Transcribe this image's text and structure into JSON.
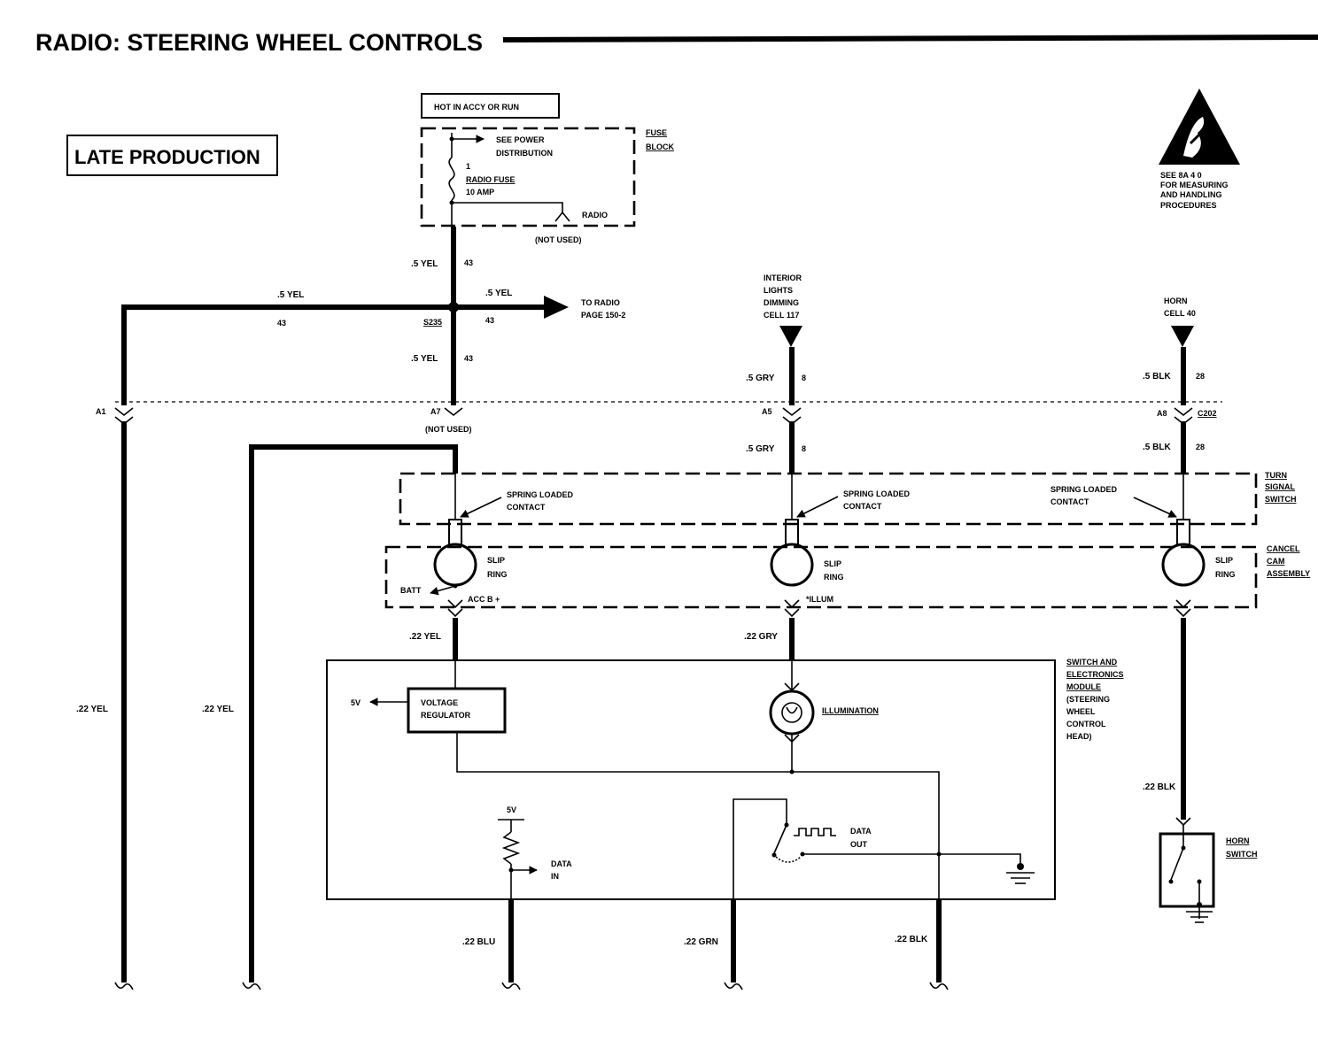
{
  "header": {
    "title": "RADIO: STEERING WHEEL CONTROLS",
    "badge": "LATE PRODUCTION"
  },
  "fuse_block": {
    "hot_label": "HOT IN ACCY OR RUN",
    "name_line1": "FUSE",
    "name_line2": "BLOCK",
    "power_line1": "SEE POWER",
    "power_line2": "DISTRIBUTION",
    "fuse_num": "1",
    "fuse_line1": "RADIO FUSE",
    "fuse_line2": "10 AMP",
    "radio": "RADIO",
    "not_used": "(NOT USED)"
  },
  "esd": {
    "line1": "SEE 8A 4 0",
    "line2": "FOR MEASURING",
    "line3": "AND HANDLING",
    "line4": "PROCEDURES"
  },
  "wires": {
    "yel_5": ".5 YEL",
    "c43": "43",
    "splice": "S235",
    "to_radio1": "TO RADIO",
    "to_radio2": "PAGE 150-2",
    "gry_5": ".5 GRY",
    "c8": "8",
    "blk_5": ".5 BLK",
    "c28": "28",
    "yel_22": ".22 YEL",
    "gry_22": ".22 GRY",
    "blk_22": ".22 BLK",
    "blu_22": ".22 BLU",
    "grn_22": ".22 GRN"
  },
  "interior": {
    "line1": "INTERIOR",
    "line2": "LIGHTS",
    "line3": "DIMMING",
    "line4": "CELL 117"
  },
  "horn": {
    "line1": "HORN",
    "line2": "CELL 40"
  },
  "connector": {
    "a1": "A1",
    "a7": "A7",
    "a5": "A5",
    "a8": "A8",
    "name": "C202",
    "not_used": "(NOT USED)"
  },
  "turn_signal": {
    "line1": "TURN",
    "line2": "SIGNAL",
    "line3": "SWITCH",
    "contact1": "SPRING LOADED",
    "contact2": "CONTACT"
  },
  "cancel_cam": {
    "line1": "CANCEL",
    "line2": "CAM",
    "line3": "ASSEMBLY",
    "slip1": "SLIP",
    "slip2": "RING",
    "batt": "BATT",
    "acc": "ACC B +",
    "illum": "*ILLUM"
  },
  "module": {
    "line1": "SWITCH AND",
    "line2": "ELECTRONICS",
    "line3": "MODULE",
    "line4": "(STEERING",
    "line5": "WHEEL",
    "line6": "CONTROL",
    "line7": "HEAD)",
    "vreg1": "VOLTAGE",
    "vreg2": "REGULATOR",
    "v5": "5V",
    "illumination": "ILLUMINATION",
    "data_in1": "DATA",
    "data_in2": "IN",
    "data_out1": "DATA",
    "data_out2": "OUT"
  },
  "horn_switch": {
    "line1": "HORN",
    "line2": "SWITCH"
  }
}
